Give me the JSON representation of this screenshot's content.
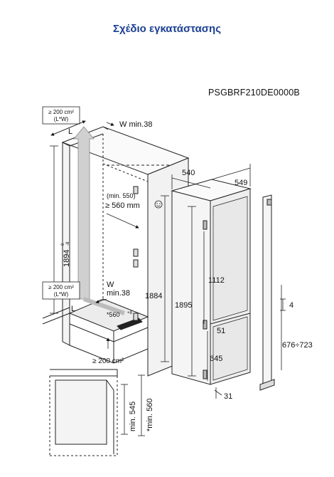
{
  "title": "Σχέδιο εγκατάστασης",
  "model": "PSGBRF210DE0000B",
  "niche": {
    "vent_top_area": "≥ 200 cm²",
    "vent_top_lw": "(L*W)",
    "l_top": "L",
    "w_top": "W min.38",
    "depth_min": "(min. 550)",
    "depth_req": "≥ 560 mm",
    "height": "1894",
    "height_tol_top": "0",
    "height_tol_bottom": "-8",
    "vent_bottom_area": "≥ 200 cm²",
    "vent_bottom_lw": "(L*W)",
    "w_bottom": "W",
    "w_bottom_min": "min.38",
    "l_bottom": "L",
    "width": "*560",
    "width_tol": "+8",
    "floor_vent": "≥ 200 cm²",
    "inner_height": "1884"
  },
  "appliance": {
    "depth_body": "540",
    "depth_total": "549",
    "height": "1895",
    "hinge_height": "1112",
    "gap_51": "51",
    "gap_645": "645",
    "gap_31": "31",
    "dim_4": "4",
    "door_range": "676÷723"
  },
  "detail": {
    "min_545": "min. 545",
    "min_560": "*min. 560"
  }
}
